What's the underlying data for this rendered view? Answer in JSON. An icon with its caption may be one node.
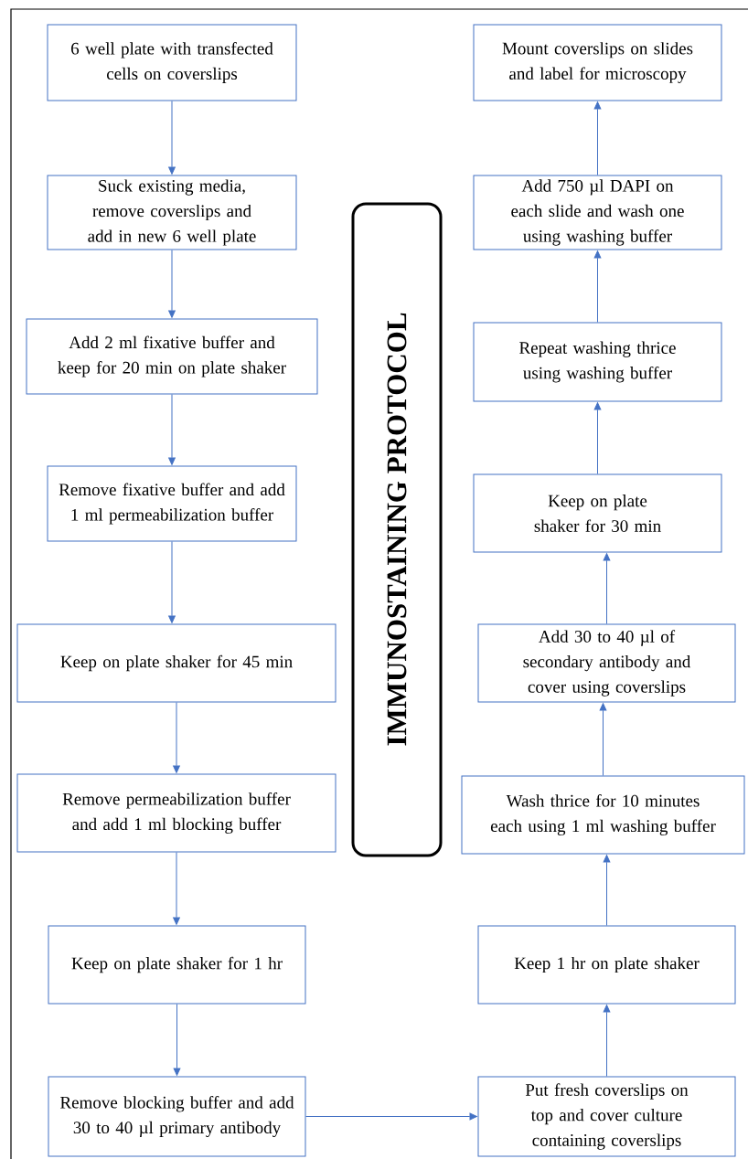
{
  "diagram": {
    "title": "IMMUNOSTAINING PROTOCOL",
    "nodes": [
      {
        "text": [
          "6 well plate with transfected cells on coverslips"
        ]
      },
      {
        "text": [
          "Suck existing media, remove coverslips and add in new 6 well plate"
        ]
      },
      {
        "text": [
          "Add 2 ml fixative buffer and keep for 20 min on plate shaker"
        ]
      },
      {
        "text": [
          "Remove fixative buffer and add 1 ml permeabilization buffer"
        ]
      },
      {
        "text": [
          "Keep on plate shaker for 45 min"
        ]
      },
      {
        "text": [
          "Remove permeabilization buffer and add 1 ml blocking buffer"
        ]
      },
      {
        "text": [
          "Keep on plate shaker for 1 hr"
        ]
      },
      {
        "text": [
          "Remove blocking buffer and add 30 to 40 µl primary antibody"
        ]
      },
      {
        "text": [
          "Put fresh coverslips on top and cover culture containing coverslips"
        ]
      },
      {
        "text": [
          "Keep 1 hr on plate shaker"
        ]
      },
      {
        "text": [
          "Wash thrice for 10 minutes each using 1 ml washing buffer"
        ]
      },
      {
        "text": [
          "Add 30 to 40 µl of secondary antibody and cover using coverslips"
        ]
      },
      {
        "text": [
          "Keep on plate shaker for 30 min"
        ]
      },
      {
        "text": [
          "Repeat washing thrice using washing buffer"
        ]
      },
      {
        "text": [
          "Add 750 µl DAPI on each slide and wash one using washing buffer"
        ]
      },
      {
        "text": [
          "Mount coverslips on slides and label for microscopy"
        ]
      }
    ],
    "edges": [
      {
        "from": 0,
        "to": 1,
        "arrow": "to"
      },
      {
        "from": 1,
        "to": 2,
        "arrow": "to"
      },
      {
        "from": 2,
        "to": 3,
        "arrow": "to"
      },
      {
        "from": 3,
        "to": 4,
        "arrow": "to"
      },
      {
        "from": 4,
        "to": 5,
        "arrow": "to"
      },
      {
        "from": 5,
        "to": 6,
        "arrow": "to"
      },
      {
        "from": 6,
        "to": 7,
        "arrow": "to"
      },
      {
        "from": 7,
        "to": 8,
        "arrow": "to"
      },
      {
        "from": 8,
        "to": 9,
        "arrow": "to"
      },
      {
        "from": 9,
        "to": 10,
        "arrow": "to"
      },
      {
        "from": 10,
        "to": 11,
        "arrow": "to"
      },
      {
        "from": 11,
        "to": 12,
        "arrow": "to"
      },
      {
        "from": 12,
        "to": 13,
        "arrow": "to"
      },
      {
        "from": 13,
        "to": 14,
        "arrow": "to"
      },
      {
        "from": 14,
        "to": 15,
        "arrow": "to"
      }
    ]
  }
}
